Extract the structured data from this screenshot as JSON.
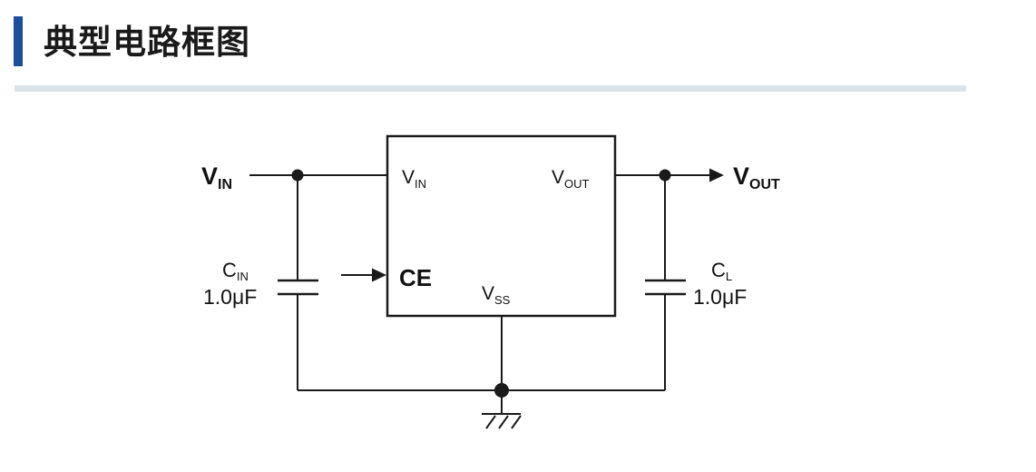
{
  "header": {
    "title": "典型电路框图",
    "accent_color": "#1a4f9b",
    "divider_color": "#dbe3ea"
  },
  "circuit": {
    "line_color": "#1a1a1a",
    "input_label": {
      "main": "V",
      "sub": "IN"
    },
    "output_label": {
      "main": "V",
      "sub": "OUT"
    },
    "ic": {
      "pin_vin": {
        "main": "V",
        "sub": "IN"
      },
      "pin_vout": {
        "main": "V",
        "sub": "OUT"
      },
      "pin_ce": "CE",
      "pin_vss": {
        "main": "V",
        "sub": "SS"
      }
    },
    "cin": {
      "name": {
        "main": "C",
        "sub": "IN"
      },
      "value": "1.0μF"
    },
    "cl": {
      "name": {
        "main": "C",
        "sub": "L"
      },
      "value": "1.0μF"
    }
  }
}
